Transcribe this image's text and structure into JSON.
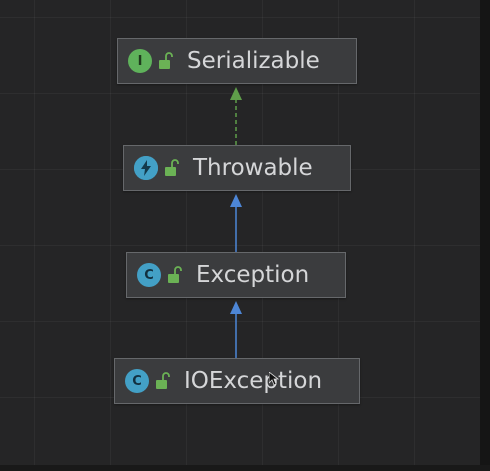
{
  "nodes": [
    {
      "name": "Serializable",
      "kind": "interface",
      "kind_letter": "I",
      "visibility": "public"
    },
    {
      "name": "Throwable",
      "kind": "class",
      "kind_letter": "",
      "visibility": "public"
    },
    {
      "name": "Exception",
      "kind": "class",
      "kind_letter": "C",
      "visibility": "public"
    },
    {
      "name": "IOException",
      "kind": "class",
      "kind_letter": "C",
      "visibility": "public"
    }
  ],
  "edges": [
    {
      "from": "Throwable",
      "to": "Serializable",
      "relation": "implements",
      "style": "dashed",
      "color": "#5f9e4a"
    },
    {
      "from": "Exception",
      "to": "Throwable",
      "relation": "extends",
      "style": "solid",
      "color": "#4d86d6"
    },
    {
      "from": "IOException",
      "to": "Exception",
      "relation": "extends",
      "style": "solid",
      "color": "#4d86d6"
    }
  ],
  "colors": {
    "background": "#252526",
    "node_fill": "#3b3c3e",
    "node_border": "#66686b",
    "node_text": "#d5d6d8",
    "interface_badge": "#5fb25b",
    "class_badge": "#43a0c6",
    "lock": "#6bb255"
  },
  "icons": {
    "interface": "interface-icon",
    "class": "class-icon",
    "throwable": "lightning-class-icon",
    "visibility": "unlocked-padlock-icon"
  }
}
